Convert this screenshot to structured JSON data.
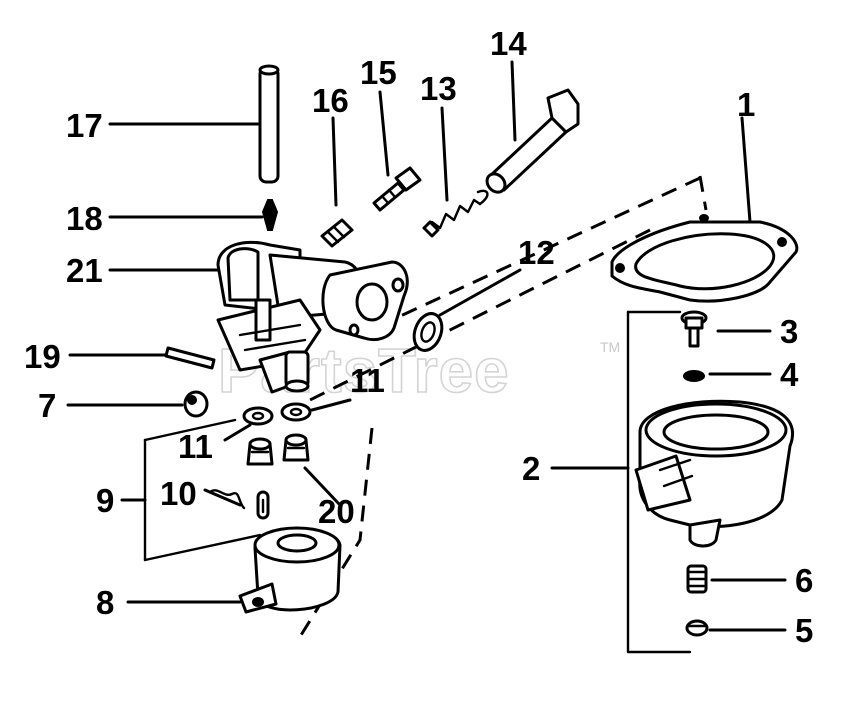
{
  "watermark": {
    "text": "PartsTree",
    "mark": "TM"
  },
  "callouts": [
    {
      "id": "label-1",
      "text": "1"
    },
    {
      "id": "label-2",
      "text": "2"
    },
    {
      "id": "label-3",
      "text": "3"
    },
    {
      "id": "label-4",
      "text": "4"
    },
    {
      "id": "label-5",
      "text": "5"
    },
    {
      "id": "label-6",
      "text": "6"
    },
    {
      "id": "label-7",
      "text": "7"
    },
    {
      "id": "label-8",
      "text": "8"
    },
    {
      "id": "label-9",
      "text": "9"
    },
    {
      "id": "label-10",
      "text": "10"
    },
    {
      "id": "label-11a",
      "text": "11"
    },
    {
      "id": "label-11b",
      "text": "11"
    },
    {
      "id": "label-12",
      "text": "12"
    },
    {
      "id": "label-13",
      "text": "13"
    },
    {
      "id": "label-14",
      "text": "14"
    },
    {
      "id": "label-15",
      "text": "15"
    },
    {
      "id": "label-16",
      "text": "16"
    },
    {
      "id": "label-17",
      "text": "17"
    },
    {
      "id": "label-18",
      "text": "18"
    },
    {
      "id": "label-19",
      "text": "19"
    },
    {
      "id": "label-20",
      "text": "20"
    },
    {
      "id": "label-21",
      "text": "21"
    }
  ]
}
